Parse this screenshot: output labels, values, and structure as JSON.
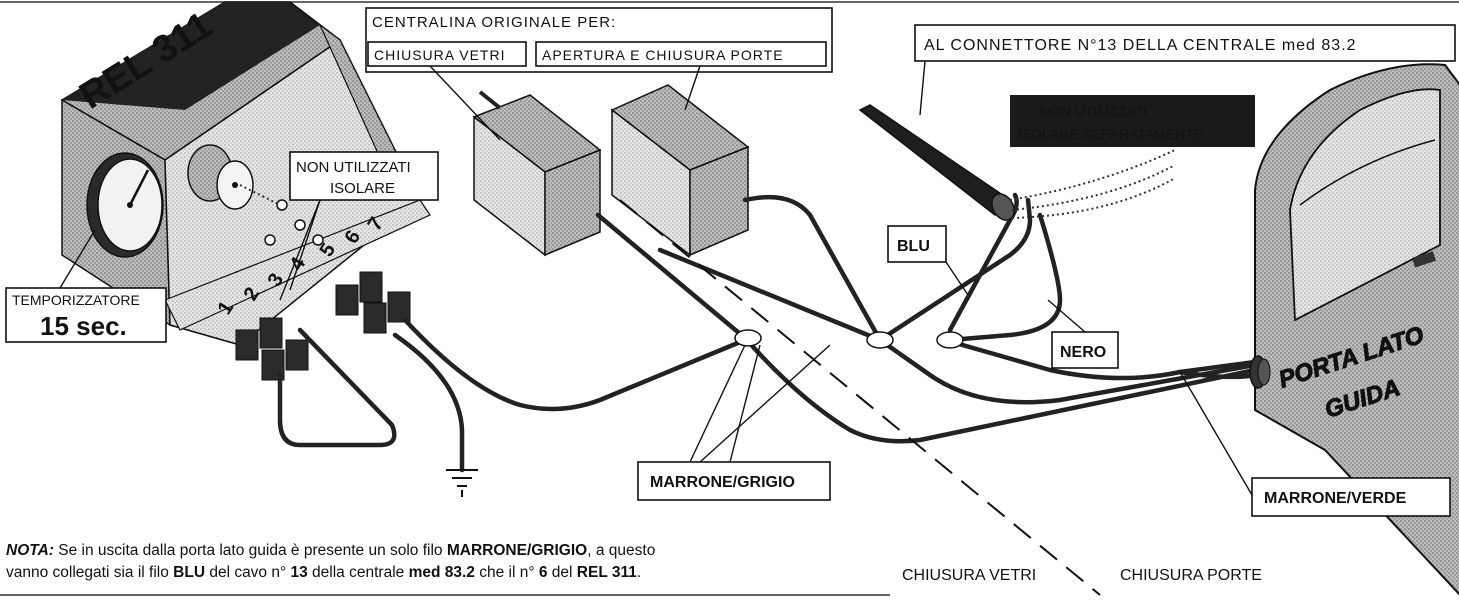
{
  "labels": {
    "centralina_title": "CENTRALINA ORIGINALE PER:",
    "chiusura_vetri_box": "CHIUSURA VETRI",
    "apertura_porte_box": "APERTURA E CHIUSURA PORTE",
    "connettore": "AL CONNETTORE N°13 DELLA CENTRALE med 83.2",
    "non_utilizzati_black_1": "NON UTILIZZATI",
    "non_utilizzati_black_2": "ISOLARE SEPARATAMENTE",
    "non_utilizzati_1": "NON UTILIZZATI",
    "non_utilizzati_2": "ISOLARE",
    "rel_name": "REL 311",
    "temporizzatore": "TEMPORIZZATORE",
    "time": "15 sec.",
    "blu": "BLU",
    "nero": "NERO",
    "marrone_grigio": "MARRONE/GRIGIO",
    "marrone_verde": "MARRONE/VERDE",
    "porta_1": "PORTA LATO",
    "porta_2": "GUIDA",
    "bottom_vetri": "CHIUSURA VETRI",
    "bottom_porte": "CHIUSURA PORTE"
  },
  "pins": [
    "1",
    "2",
    "3",
    "4",
    "5",
    "6",
    "7"
  ],
  "note": {
    "prefix": "NOTA:",
    "t1": " Se in uscita dalla porta lato guida è presente un solo filo ",
    "b1": "MARRONE/GRIGIO",
    "t2": ", a questo",
    "t3": "vanno collegati sia il filo ",
    "b2": "BLU",
    "t4": " del cavo n° ",
    "b3": "13",
    "t5": " della centrale ",
    "b4": "med 83.2",
    "t6": " che il n° ",
    "b5": "6",
    "t7": " del ",
    "b6": "REL 311",
    "t8": "."
  }
}
